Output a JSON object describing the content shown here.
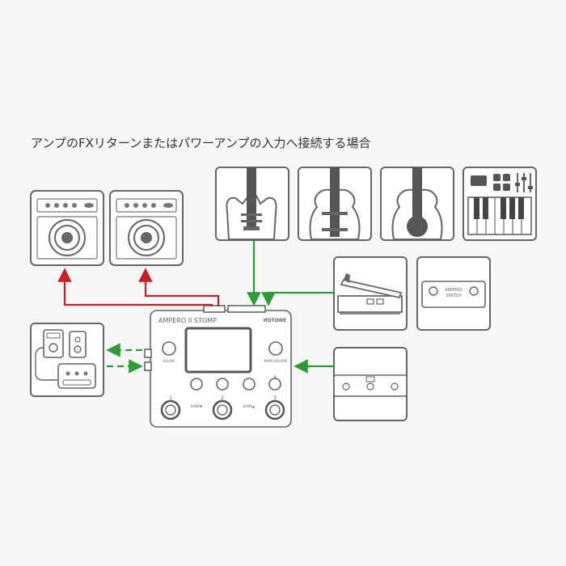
{
  "heading": "アンプのFXリターンまたはパワーアンプの入力へ接続する場合",
  "device": {
    "brand_left": "AMPERO II STOMP",
    "brand_right": "HOTONE",
    "knob_left_label": "ALLOW",
    "knob_right_label": "MAIN VOLUME",
    "footswitch_1": "1",
    "footswitch_2": "2",
    "footswitch_3": "3",
    "footswitch_4": "4",
    "bank_down": "BANK▼",
    "bank_up": "BANK▲"
  },
  "switch_box": {
    "brand": "AMPERO",
    "model": "SWITCH"
  },
  "colors": {
    "output_arrow": "#c42027",
    "input_arrow": "#2e9a3a",
    "outline": "#666666",
    "fill_dark": "#555555"
  }
}
